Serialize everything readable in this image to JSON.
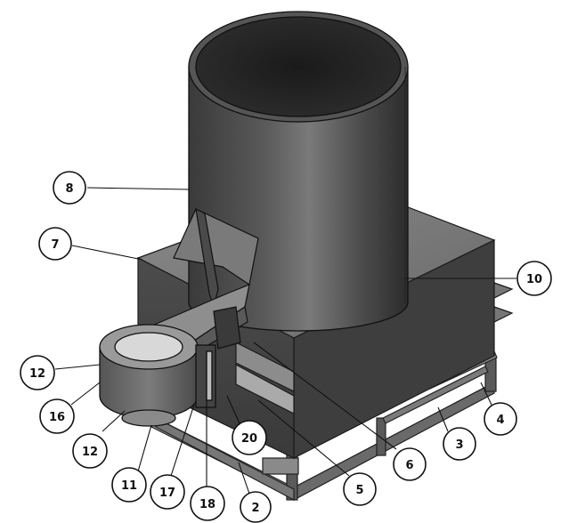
{
  "callouts": {
    "c8": "8",
    "c7": "7",
    "c10": "10",
    "c12a": "12",
    "c16": "16",
    "c12b": "12",
    "c11": "11",
    "c17": "17",
    "c18": "18",
    "c2": "2",
    "c20": "20",
    "c5": "5",
    "c6": "6",
    "c3": "3",
    "c4": "4"
  }
}
